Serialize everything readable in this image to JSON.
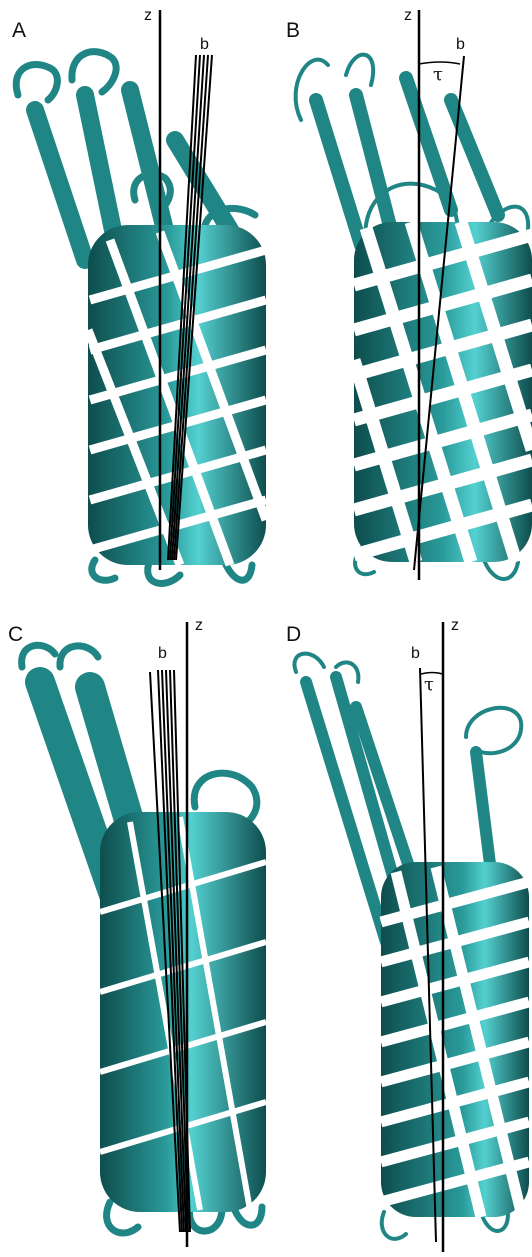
{
  "colors": {
    "ribbon": "#1f8585",
    "ribbon_dark": "#0e4d4d",
    "ribbon_light": "#54d0d0",
    "axis": "#000000",
    "background": "#ffffff"
  },
  "panels": [
    {
      "id": "A",
      "label": "A",
      "axis_z_label": "z",
      "axis_b_label": "b",
      "tilt_label": ""
    },
    {
      "id": "B",
      "label": "B",
      "axis_z_label": "z",
      "axis_b_label": "b",
      "tilt_label": "τ"
    },
    {
      "id": "C",
      "label": "C",
      "axis_z_label": "z",
      "axis_b_label": "b",
      "tilt_label": ""
    },
    {
      "id": "D",
      "label": "D",
      "axis_z_label": "z",
      "axis_b_label": "b",
      "tilt_label": "τ"
    }
  ]
}
